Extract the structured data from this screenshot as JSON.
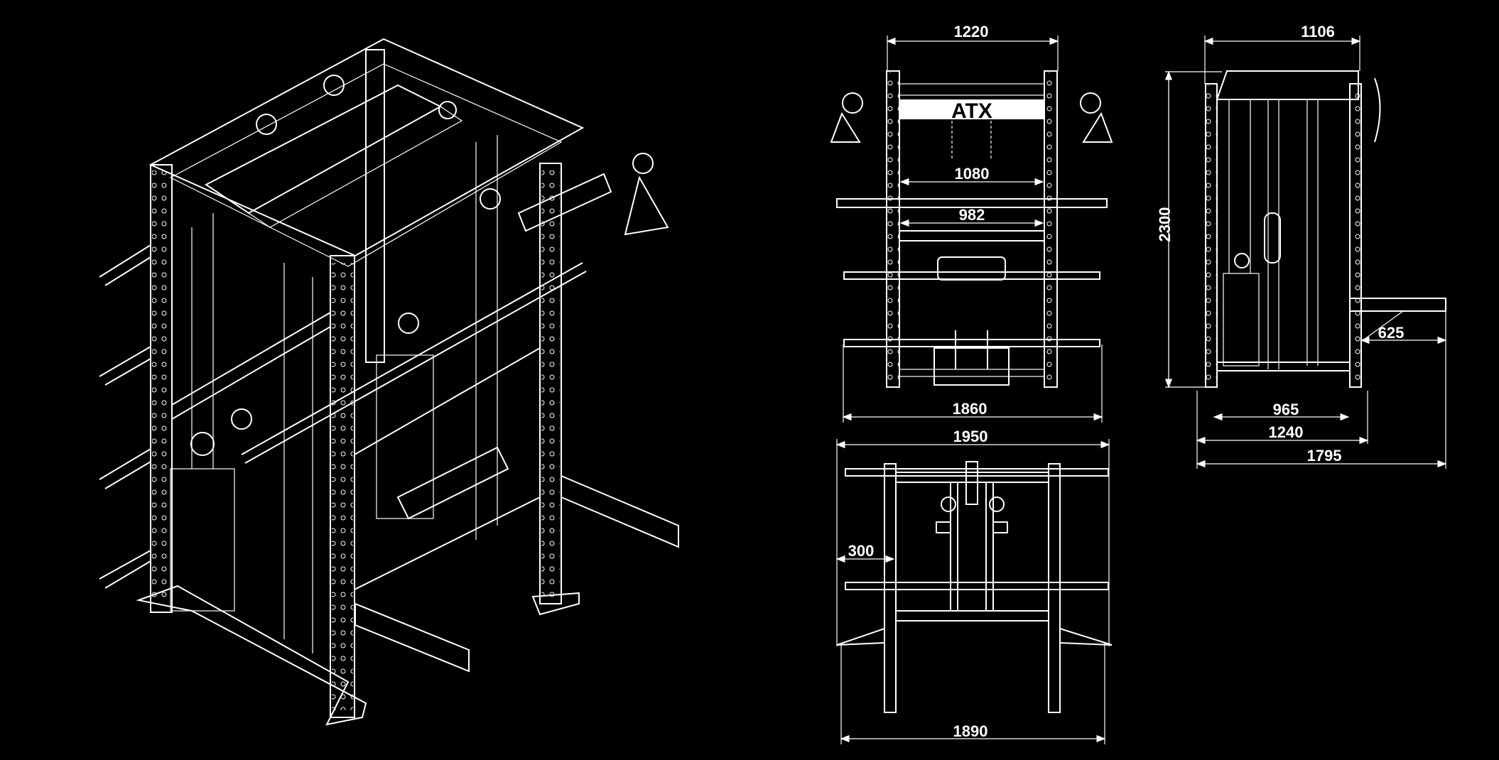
{
  "drawing": {
    "logo_text": "ATX",
    "colors": {
      "background": "#000000",
      "lines": "#ffffff"
    },
    "dimensions": {
      "front_top_width": "1220",
      "side_top_depth": "1106",
      "front_inner_1080": "1080",
      "front_inner_982": "982",
      "side_height": "2300",
      "side_dip_625": "625",
      "front_bar_width": "1860",
      "side_base_965": "965",
      "side_base_1240": "1240",
      "side_total_1795": "1795",
      "top_total_1950": "1950",
      "top_offset_300": "300",
      "top_bottom_1890": "1890"
    }
  }
}
